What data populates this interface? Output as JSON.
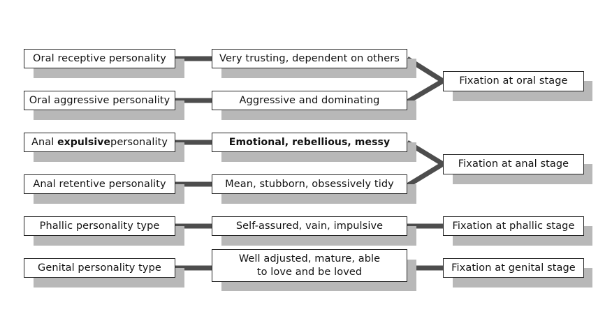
{
  "diagram": {
    "rows": [
      {
        "personality": "Oral receptive personality",
        "traits": "Very trusting, dependent on others",
        "stage_group": 0
      },
      {
        "personality": "Oral aggressive personality",
        "traits": "Aggressive and dominating",
        "stage_group": 0
      },
      {
        "personality_parts": [
          "Anal ",
          "expulsive",
          "personality"
        ],
        "personality": "Anal expulsive personality",
        "traits": "Emotional, rebellious, messy",
        "stage_group": 1
      },
      {
        "personality": "Anal retentive personality",
        "traits": "Mean, stubborn, obsessively tidy",
        "stage_group": 1
      },
      {
        "personality": "Phallic personality type",
        "traits": "Self-assured, vain, impulsive",
        "stage_group": 2
      },
      {
        "personality": "Genital personality type",
        "traits": "Well adjusted, mature, able\nto love and be loved",
        "stage_group": 3
      }
    ],
    "stages": [
      "Fixation at oral stage",
      "Fixation at anal stage",
      "Fixation at phallic stage",
      "Fixation at genital stage"
    ],
    "colors": {
      "connector": "#4d4d4d",
      "shadow": "#b8b8b8",
      "border": "#222222",
      "box_fill": "#ffffff"
    }
  }
}
